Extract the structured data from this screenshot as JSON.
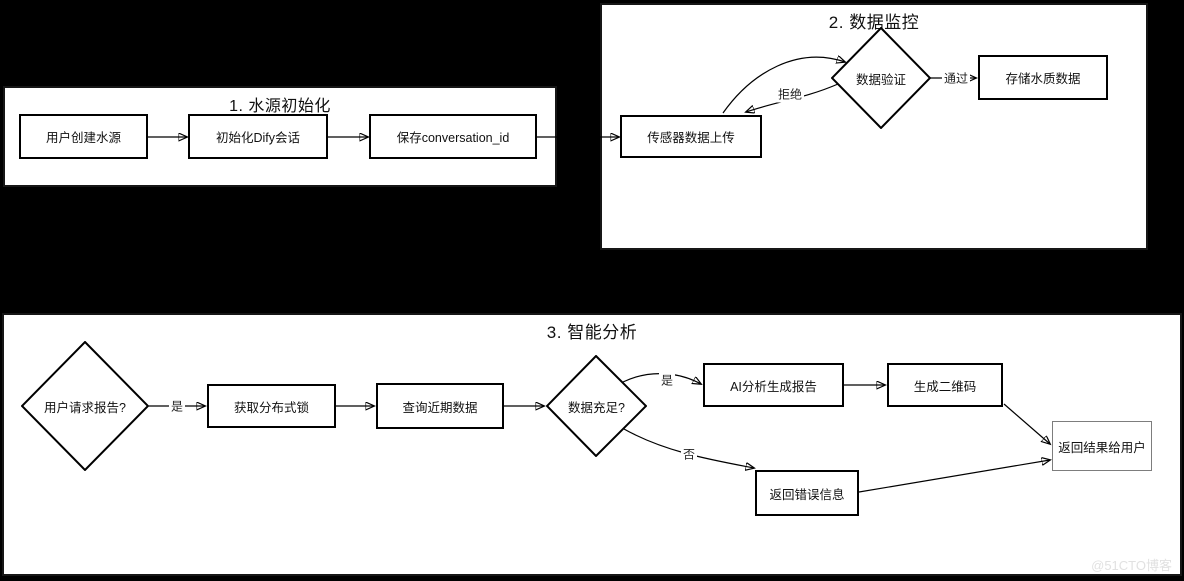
{
  "panels": {
    "init": {
      "title": "1. 水源初始化"
    },
    "monitor": {
      "title": "2. 数据监控"
    },
    "analysis": {
      "title": "3. 智能分析"
    }
  },
  "nodes": {
    "create_source": {
      "label": "用户创建水源"
    },
    "init_dify": {
      "label": "初始化Dify会话"
    },
    "save_conv": {
      "label": "保存conversation_id"
    },
    "sensor_upload": {
      "label": "传感器数据上传"
    },
    "data_validate": {
      "label": "数据验证"
    },
    "store_data": {
      "label": "存储水质数据"
    },
    "user_request": {
      "label": "用户请求报告?"
    },
    "get_lock": {
      "label": "获取分布式锁"
    },
    "query_data": {
      "label": "查询近期数据"
    },
    "data_enough": {
      "label": "数据充足?"
    },
    "ai_report": {
      "label": "AI分析生成报告"
    },
    "gen_qr": {
      "label": "生成二维码"
    },
    "return_result": {
      "label": "返回结果给用户"
    },
    "return_error": {
      "label": "返回错误信息"
    }
  },
  "edge_labels": {
    "pass": "通过",
    "reject": "拒绝",
    "yes_request": "是",
    "yes_enough": "是",
    "no": "否"
  },
  "edges": [
    {
      "from": "create_source",
      "to": "init_dify",
      "label": ""
    },
    {
      "from": "init_dify",
      "to": "save_conv",
      "label": ""
    },
    {
      "from": "save_conv",
      "to": "sensor_upload",
      "label": ""
    },
    {
      "from": "sensor_upload",
      "to": "data_validate",
      "label": ""
    },
    {
      "from": "data_validate",
      "to": "sensor_upload",
      "label": "拒绝"
    },
    {
      "from": "data_validate",
      "to": "store_data",
      "label": "通过"
    },
    {
      "from": "user_request",
      "to": "get_lock",
      "label": "是"
    },
    {
      "from": "get_lock",
      "to": "query_data",
      "label": ""
    },
    {
      "from": "query_data",
      "to": "data_enough",
      "label": ""
    },
    {
      "from": "data_enough",
      "to": "ai_report",
      "label": "是"
    },
    {
      "from": "data_enough",
      "to": "return_error",
      "label": "否"
    },
    {
      "from": "ai_report",
      "to": "gen_qr",
      "label": ""
    },
    {
      "from": "gen_qr",
      "to": "return_result",
      "label": ""
    },
    {
      "from": "return_error",
      "to": "return_result",
      "label": ""
    }
  ],
  "watermark": "@51CTO博客",
  "colors": {
    "background": "#000000",
    "panel": "#ffffff",
    "line": "#000000"
  }
}
